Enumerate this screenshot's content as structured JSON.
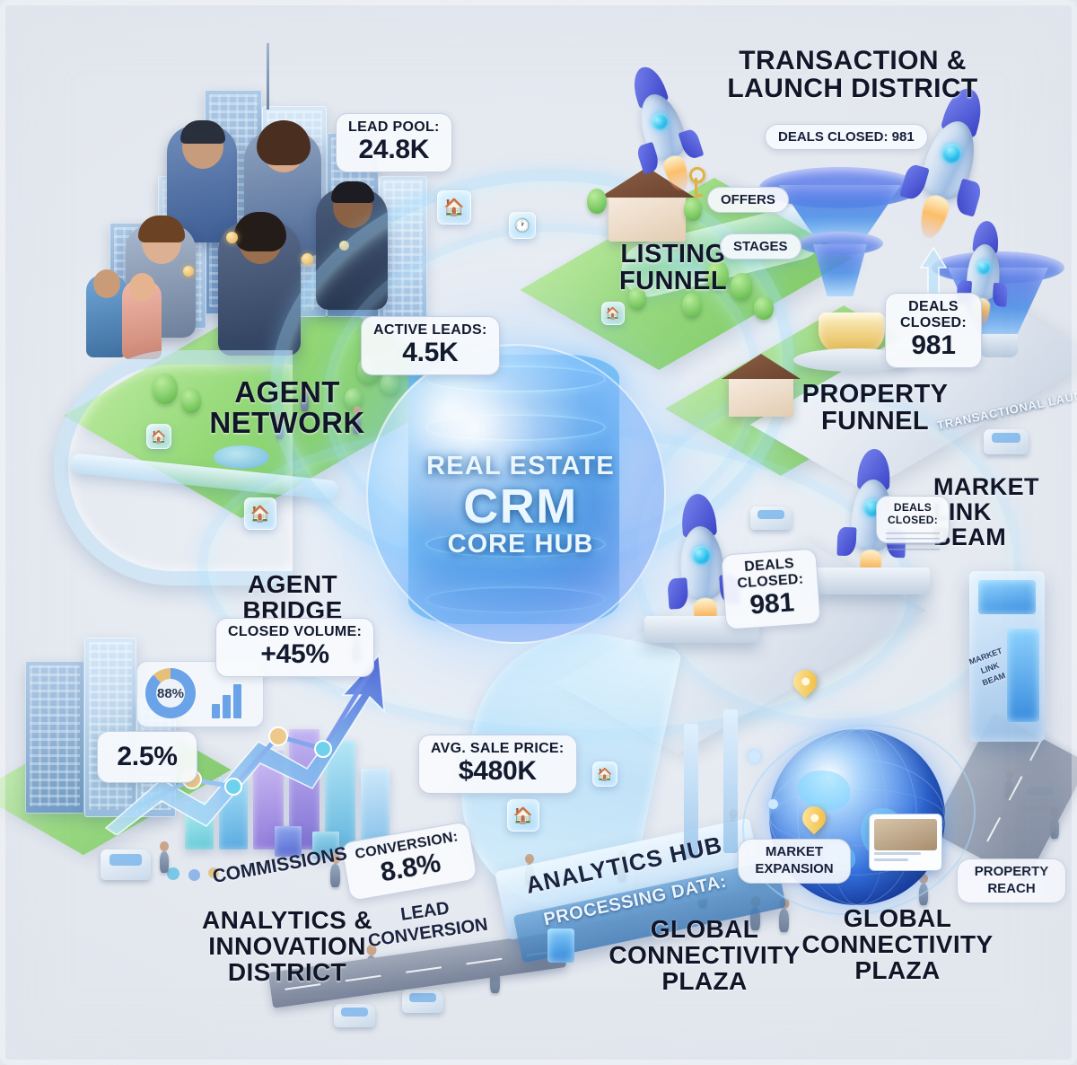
{
  "meta": {
    "background_color": "#e9ecf1",
    "accent_blue": "#2f7fe0",
    "accent_violet": "#6f7cec",
    "text_dark": "#111528"
  },
  "districts": {
    "agent_network": {
      "title": "AGENT\nNETWORK",
      "line1": "AGENT",
      "line2": "NETWORK"
    },
    "transaction_launch": {
      "line1": "TRANSACTION &",
      "line2": "LAUNCH DISTRICT"
    },
    "listing_funnel": {
      "line1": "LISTING",
      "line2": "FUNNEL"
    },
    "property_funnel": {
      "line1": "PROPERTY",
      "line2": "FUNNEL"
    },
    "market_link_beam": {
      "line1": "MARKET",
      "line2": "LINK",
      "line3": "BEAM"
    },
    "agent_bridge": {
      "line1": "AGENT",
      "line2": "BRIDGE"
    },
    "analytics_innovation": {
      "line1": "ANALYTICS &",
      "line2": "INNOVATION",
      "line3": "DISTRICT"
    },
    "global_plaza_left": {
      "line1": "GLOBAL",
      "line2": "CONNECTIVITY",
      "line3": "PLAZA"
    },
    "global_plaza_right": {
      "line1": "GLOBAL",
      "line2": "CONNECTIVITY",
      "line3": "PLAZA"
    }
  },
  "callouts": {
    "lead_pool": {
      "caption": "LEAD POOL:",
      "value": "24.8K"
    },
    "active_leads": {
      "caption": "ACTIVE LEADS:",
      "value": "4.5K"
    },
    "closed_volume": {
      "caption": "CLOSED VOLUME:",
      "value": "+45%"
    },
    "avg_sale_price": {
      "caption": "AVG. SALE PRICE:",
      "value": "$480K"
    },
    "conversion": {
      "caption": "CONVERSION:",
      "value": "8.8%"
    },
    "deals_closed_funnel": {
      "caption": "DEALS\nCLOSED:",
      "caption_l1": "DEALS",
      "caption_l2": "CLOSED:",
      "value": "981"
    },
    "deals_closed_pad": {
      "caption_l1": "DEALS",
      "caption_l2": "CLOSED:",
      "value": "981"
    },
    "deals_closed_beam": {
      "caption_l1": "DEALS",
      "caption_l2": "CLOSED:",
      "value": ""
    },
    "rate_small": {
      "value": "2.5%"
    },
    "donut": {
      "value": "88%"
    }
  },
  "pills": {
    "deals_closed_top": "DEALS CLOSED: 981",
    "offers": "OFFERS",
    "stages": "STAGES",
    "market_expansion_l1": "MARKET",
    "market_expansion_l2": "EXPANSION",
    "property_reach_l1": "PROPERTY",
    "property_reach_l2": "REACH"
  },
  "inline_labels": {
    "commissions": "COMMISSIONS",
    "lead_conversion_l1": "LEAD",
    "lead_conversion_l2": "CONVERSION",
    "analytics_hub": "ANALYTICS HUB",
    "processing_data": "PROCESSING DATA:",
    "transactional_launchpad": "TRANSACTIONAL LAUNCHPAD",
    "kiosk_l1": "MARKET",
    "kiosk_l2": "LINK",
    "kiosk_l3": "BEAM"
  },
  "core_hub": {
    "line1": "REAL ESTATE",
    "line2": "CRM",
    "line3": "CORE HUB"
  },
  "icons": {
    "house_tile": "house-icon",
    "clock_tile": "clock-icon",
    "rocket": "rocket-icon",
    "globe": "globe-icon",
    "map_pin": "map-pin-icon",
    "funnel": "funnel-icon",
    "key": "key-icon"
  }
}
